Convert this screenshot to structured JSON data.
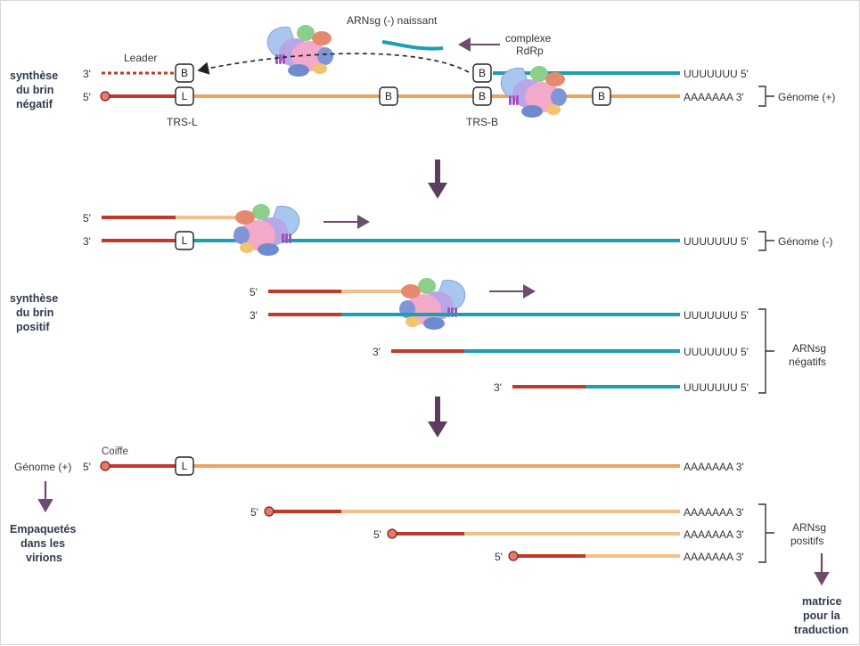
{
  "labels": {
    "nascent": "ARNsg (-) naissant",
    "complex_line1": "complexe",
    "complex_line2": "RdRp",
    "leader": "Leader",
    "trs_l": "TRS-L",
    "trs_b": "TRS-B",
    "coiffe": "Coiffe",
    "genome_pos": "Génome (+)",
    "genome_neg": "Génome (-)",
    "arnsg_neg_1": "ARNsg",
    "arnsg_neg_2": "négatifs",
    "arnsg_pos_1": "ARNsg",
    "arnsg_pos_2": "positifs",
    "genome_pos_left": "Génome (+)",
    "box_b": "B",
    "box_l": "L"
  },
  "ends": {
    "u5": "UUUUUUU 5'",
    "a3": "AAAAAAA 3'",
    "p5": "5'",
    "p3": "3'"
  },
  "side_labels": {
    "neg_synth": [
      "synthèse",
      "du brin",
      "négatif"
    ],
    "pos_synth": [
      "synthèse",
      "du brin",
      "positif"
    ],
    "packaged": [
      "Empaquetés",
      "dans les",
      "virions"
    ],
    "translation": [
      "matrice",
      "pour la",
      "traduction"
    ]
  },
  "colors": {
    "leader_red": "#c0392b",
    "genome_orange": "#f0a35e",
    "light_orange": "#f3c08a",
    "teal": "#1c9fb0",
    "arrow_purple": "#6d4c6e"
  }
}
